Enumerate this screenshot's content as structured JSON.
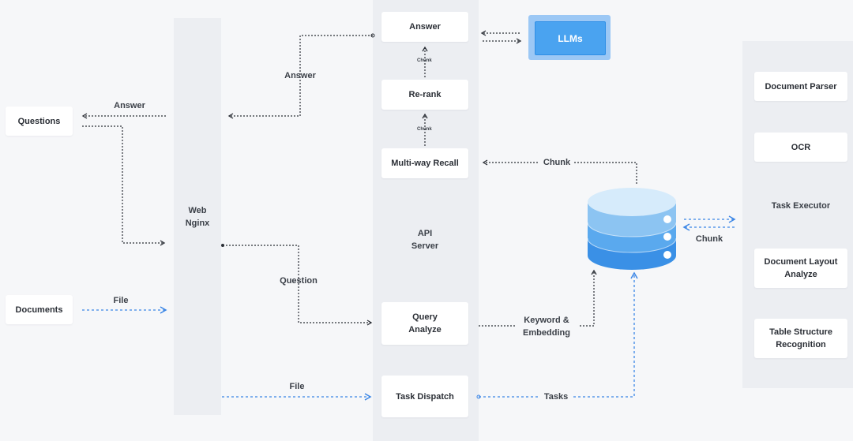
{
  "llms": {
    "label": "LLMs"
  },
  "left": {
    "questions": "Questions",
    "documents": "Documents"
  },
  "web": {
    "label": "Web\nNginx"
  },
  "api": {
    "label": "API\nServer",
    "answer": "Answer",
    "rerank": "Re-rank",
    "recall": "Multi-way Recall",
    "query": "Query\nAnalyze",
    "dispatch": "Task Dispatch"
  },
  "executor": {
    "parser": "Document Parser",
    "ocr": "OCR",
    "label": "Task Executor",
    "layout": "Document Layout\nAnalyze",
    "table": "Table Structure\nRecognition"
  },
  "edges": {
    "answer_left": "Answer",
    "answer_top": "Answer",
    "question": "Question",
    "file_left": "File",
    "file_bottom": "File",
    "chunk_upper": "Chunk",
    "chunk_lower": "Chunk",
    "chunk_recall": "Chunk",
    "chunk_executor": "Chunk",
    "keyword": "Keyword &\nEmbedding",
    "tasks": "Tasks"
  },
  "colors": {
    "dark_arrow": "#2b2f36",
    "blue_arrow": "#3b86e6",
    "db_top": "#d6ebfb",
    "db_mid1": "#8cc4f2",
    "db_mid2": "#5aa9ee",
    "db_bottom": "#3a90e6"
  }
}
